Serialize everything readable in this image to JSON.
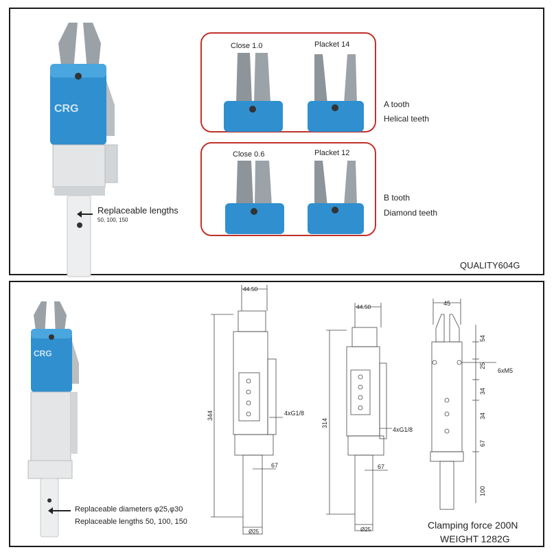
{
  "top": {
    "replaceable_label": "Replaceable lengths",
    "replaceable_values": "50, 100, 150",
    "logo": "CRG",
    "model": "QUALITY604G",
    "a_box": {
      "close": "Close 1.0",
      "placket": "Placket 14",
      "tooth": "A tooth",
      "teeth": "Helical teeth"
    },
    "b_box": {
      "close": "Close 0.6",
      "placket": "Placket 12",
      "tooth": "B tooth",
      "teeth": "Diamond teeth"
    }
  },
  "bottom": {
    "logo": "CRG",
    "replaceable_diameters": "Replaceable diameters φ25,φ30",
    "replaceable_lengths": "Replaceable lengths 50, 100, 150",
    "drawing1": {
      "top": "44.50",
      "height": "344",
      "port": "4xG1/8",
      "offset": "67",
      "dia": "Ø25"
    },
    "drawing2": {
      "top": "44.50",
      "height": "314",
      "port": "4xG1/8",
      "offset": "67",
      "dia": "Ø25"
    },
    "drawing3": {
      "top": "45",
      "d1": "54",
      "d2": "25",
      "d3": "34",
      "d4": "34",
      "d5": "67",
      "d6": "100",
      "holes": "6xM5"
    },
    "clamping": "Clamping force 200N",
    "weight": "WEIGHT 1282G"
  },
  "colors": {
    "blue": "#2f8fcf",
    "red": "#c0302a",
    "steel": "#8d949a"
  }
}
